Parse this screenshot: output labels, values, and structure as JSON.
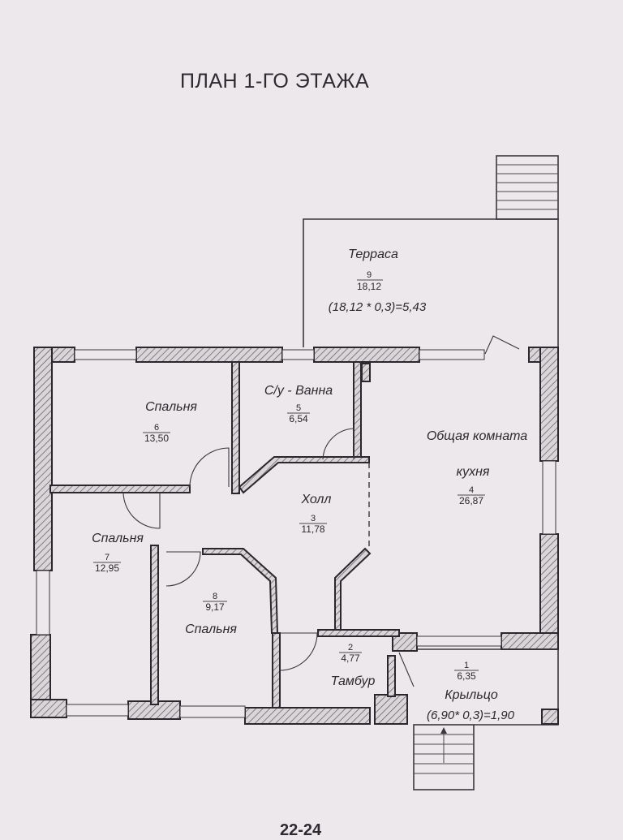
{
  "title": "ПЛАН 1-ГО ЭТАЖА",
  "page_number": "22-24",
  "rooms": [
    {
      "id": "terrace",
      "name": "Терраса",
      "number": "9",
      "area": "18,12",
      "note": "(18,12 * 0,3)=5,43"
    },
    {
      "id": "bedroom-6",
      "name": "Спальня",
      "number": "6",
      "area": "13,50"
    },
    {
      "id": "bathroom",
      "name": "С/у - Ванна",
      "number": "5",
      "area": "6,54"
    },
    {
      "id": "living",
      "name": "Общая комната",
      "name2": "кухня",
      "number": "4",
      "area": "26,87"
    },
    {
      "id": "hall",
      "name": "Холл",
      "number": "3",
      "area": "11,78"
    },
    {
      "id": "bedroom-7",
      "name": "Спальня",
      "number": "7",
      "area": "12,95"
    },
    {
      "id": "bedroom-8",
      "name": "Спальня",
      "number": "8",
      "area": "9,17"
    },
    {
      "id": "vestibule",
      "name": "Тамбур",
      "number": "2",
      "area": "4,77"
    },
    {
      "id": "porch",
      "name": "Крыльцо",
      "number": "1",
      "area": "6,35",
      "note": "(6,90* 0,3)=1,90"
    }
  ],
  "colors": {
    "paper": "#ece8ec",
    "ink": "#2b292d",
    "hatch": "#6a686c"
  }
}
